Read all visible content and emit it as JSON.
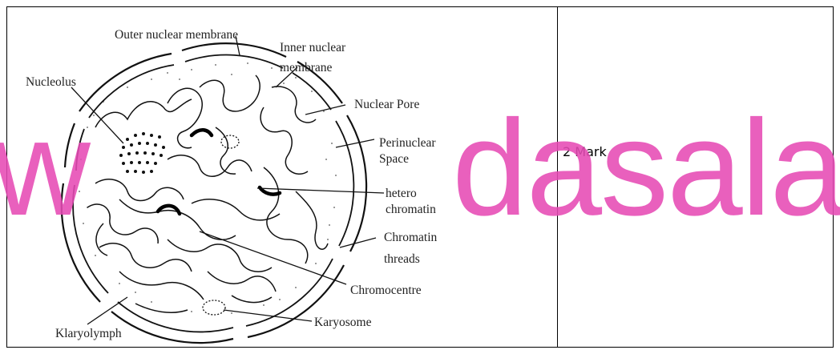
{
  "diagram": {
    "labels": {
      "outer_membrane": "Outer nuclear membrane",
      "inner_membrane_1": "Inner nuclear",
      "inner_membrane_2": "membrane",
      "nucleolus": "Nucleolus",
      "nuclear_pore": "Nuclear Pore",
      "perinuclear_1": "Perinuclear",
      "perinuclear_2": "Space",
      "hetero_1": "hetero",
      "hetero_2": "chromatin",
      "chromatin_1": "Chromatin",
      "chromatin_2": "threads",
      "chromocentre": "Chromocentre",
      "karyosome": "Karyosome",
      "karyolymph": "Klaryolymph"
    }
  },
  "mark_text": "2 Mark",
  "watermark": {
    "left_text": "w",
    "right_text": "dasalai",
    "color": "#e64bb5"
  }
}
